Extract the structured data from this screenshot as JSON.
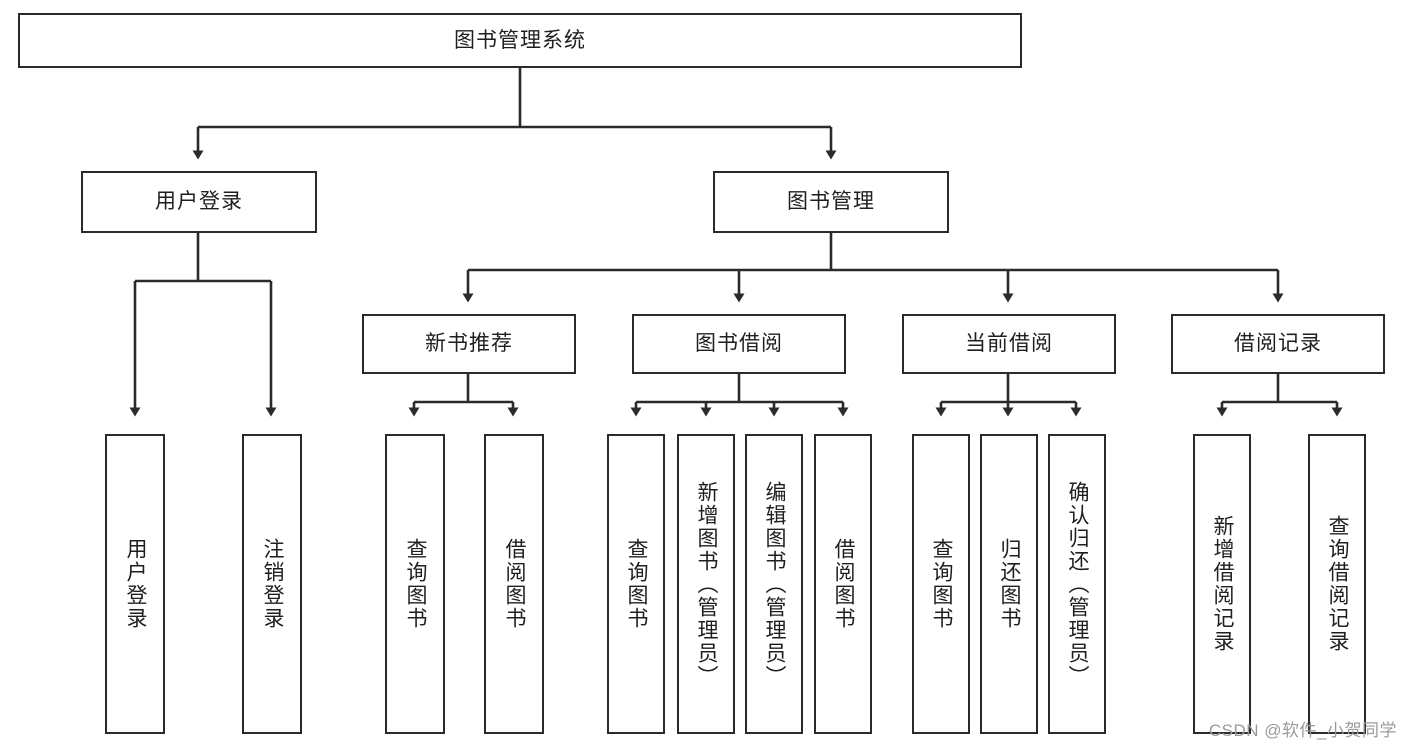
{
  "diagram": {
    "type": "hierarchy-tree",
    "title": "图书管理系统",
    "watermark": "CSDN @软件_小贺同学",
    "colors": {
      "box_border": "#2b2b2b",
      "box_fill": "#ffffff",
      "connector": "#2b2b2b",
      "text": "#1f1f1f",
      "watermark": "#9a9a9a"
    },
    "nodes": {
      "root": {
        "label": "图书管理系统"
      },
      "level2": [
        {
          "id": "user-login",
          "label": "用户登录"
        },
        {
          "id": "book-manage",
          "label": "图书管理"
        }
      ],
      "level3": [
        {
          "id": "new-book-recommend",
          "label": "新书推荐"
        },
        {
          "id": "book-borrow",
          "label": "图书借阅"
        },
        {
          "id": "current-borrow",
          "label": "当前借阅"
        },
        {
          "id": "borrow-record",
          "label": "借阅记录"
        }
      ],
      "leaves": {
        "user_login": [
          {
            "id": "leaf-user-login",
            "label": "用户登录"
          },
          {
            "id": "leaf-logout-login",
            "label": "注销登录"
          }
        ],
        "new_book_recommend": [
          {
            "id": "leaf-query-book-1",
            "label": "查询图书"
          },
          {
            "id": "leaf-borrow-book-1",
            "label": "借阅图书"
          }
        ],
        "book_borrow": [
          {
            "id": "leaf-query-book-2",
            "label": "查询图书"
          },
          {
            "id": "leaf-add-book",
            "label": "新增图书（管理员）"
          },
          {
            "id": "leaf-edit-book",
            "label": "编辑图书（管理员）"
          },
          {
            "id": "leaf-borrow-book-2",
            "label": "借阅图书"
          }
        ],
        "current_borrow": [
          {
            "id": "leaf-query-book-3",
            "label": "查询图书"
          },
          {
            "id": "leaf-return-book",
            "label": "归还图书"
          },
          {
            "id": "leaf-confirm-return",
            "label": "确认归还（管理员）"
          }
        ],
        "borrow_record": [
          {
            "id": "leaf-add-record",
            "label": "新增借阅记录"
          },
          {
            "id": "leaf-query-record",
            "label": "查询借阅记录"
          }
        ]
      }
    }
  }
}
